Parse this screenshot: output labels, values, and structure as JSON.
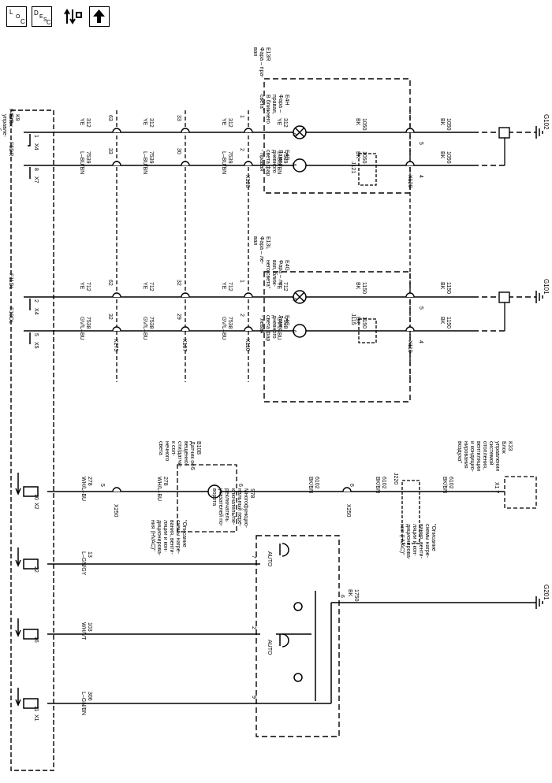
{
  "toolbar": {
    "loc_label": "LOC",
    "desc_label": "DESC"
  },
  "module_k9": [
    "K9",
    "Блок",
    "управле-",
    "ния обо-",
    "рудова-",
    "нием ку-",
    "зова"
  ],
  "pins_k9": [
    {
      "name": "F4DR",
      "conn": "X4",
      "pin": "1"
    },
    {
      "name": "F5DR",
      "conn": "X7",
      "pin": "8"
    },
    {
      "name": "F11DL",
      "conn": "X4",
      "pin": "2"
    },
    {
      "name": "F10DL",
      "conn": "X5",
      "pin": "5"
    },
    {
      "name": "",
      "conn": "X2",
      "pin": "10"
    },
    {
      "name": "",
      "conn": "",
      "pin": "22"
    },
    {
      "name": "",
      "conn": "",
      "pin": "16"
    },
    {
      "name": "",
      "conn": "X1",
      "pin": "11"
    }
  ],
  "wires": {
    "w312": [
      "312",
      "YE"
    ],
    "w7539": [
      "7539",
      "L–BU/BN"
    ],
    "w712": [
      "712",
      "YE"
    ],
    "w7538": [
      "7538",
      "GV/L–BU"
    ],
    "w278": [
      "278",
      "WH/L–BU"
    ],
    "w13": [
      "13",
      "L–GN/GY"
    ],
    "w103": [
      "103",
      "WH/VT"
    ],
    "w306": [
      "306",
      "L–GN/BN"
    ],
    "w6102": [
      "6102",
      "BK/BN"
    ],
    "w1750": [
      "1750",
      "BK"
    ],
    "w1050": [
      "1050",
      "BK"
    ],
    "w1150": [
      "1150",
      "BK"
    ]
  },
  "inline": {
    "c1": [
      "63",
      "33",
      "1"
    ],
    "c2": [
      "33",
      "30",
      "2"
    ],
    "c3": [
      "62",
      "32",
      "1"
    ],
    "c4": [
      "32",
      "29",
      "2"
    ],
    "x1": "X275",
    "x2": "X107",
    "x3": "X110",
    "x4": "X120",
    "x5": "X250"
  },
  "e13r": [
    "E13R",
    "Фара – пра-",
    "вая"
  ],
  "e4h": [
    "E4H",
    "Фара –",
    "правая,",
    "В ближнего",
    "света\""
  ],
  "e4g_r": [
    "E4D",
    "Лампа",
    "дневного",
    "света фар",
    "- правая"
  ],
  "e13l": [
    "E13L",
    "Фара – ле-",
    "вая"
  ],
  "e4g": [
    "E4G",
    "Фара – ле-",
    "вая, ближ-",
    "него света\""
  ],
  "e4c": [
    "E4C",
    "Лампа",
    "дневного",
    "света фар",
    "- левая"
  ],
  "b10b": [
    "B10B",
    "Датчик ос-",
    "вещенно-",
    "сти/датчи-",
    "к сол-",
    "нечного",
    "света"
  ],
  "b10b_note": [
    "\"Описание",
    "схемы нагре-",
    "вания, венти-",
    "ляции и кон-",
    "диционирова-",
    "ния (HVAC)\""
  ],
  "s78": [
    "S78",
    "Многофункцио-",
    "нальный пере-",
    "ключатель/пе-",
    "реключатель",
    "указателей по-",
    "ворота"
  ],
  "k33": [
    "K33",
    "Блок",
    "управления",
    "системой",
    "отопления,",
    "вентиляции",
    "и кондицио-",
    "нирования",
    "воздуха\""
  ],
  "k33_note": [
    "\"Описание",
    "схемы нагре-",
    "вания, венти-",
    "ляции и кон-",
    "диционирова-",
    "ния (HVAC)\""
  ],
  "grounds": [
    "G102",
    "G101",
    "G201"
  ],
  "splices": [
    "J121",
    "J115",
    "J220"
  ],
  "auto": "AUTO"
}
